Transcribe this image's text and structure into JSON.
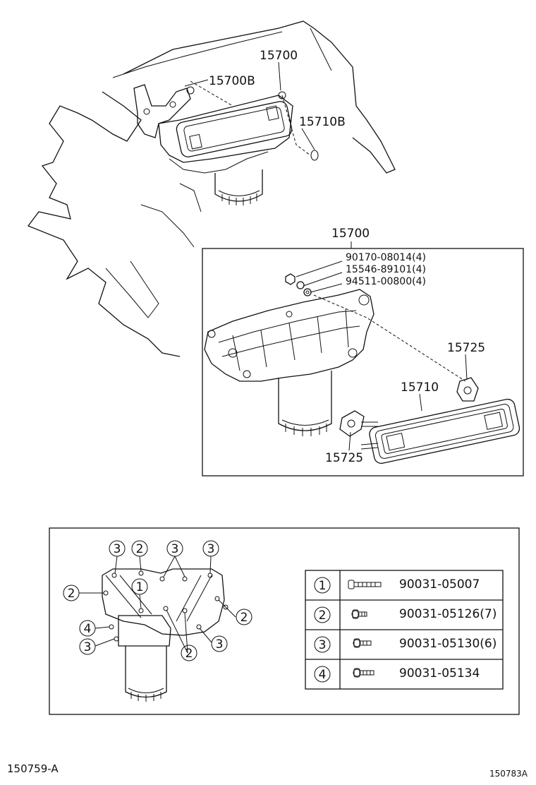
{
  "diagram": {
    "top_labels": {
      "assembly": "15700",
      "bracket": "15700B",
      "oring": "15710B"
    },
    "detail": {
      "assembly": "15700",
      "bolt_a": "90170-08014(4)",
      "bolt_b": "15546-89101(4)",
      "washer": "94511-00800(4)",
      "gasket_upper": "15725",
      "cooler": "15710",
      "gasket_lower": "15725"
    },
    "bolt_map": {
      "markers": [
        "1",
        "2",
        "3",
        "4"
      ],
      "legend": [
        {
          "marker": "1",
          "part": "90031-05007"
        },
        {
          "marker": "2",
          "part": "90031-05126(7)"
        },
        {
          "marker": "3",
          "part": "90031-05130(6)"
        },
        {
          "marker": "4",
          "part": "90031-05134"
        }
      ]
    },
    "footer": {
      "left_code": "150759-A",
      "right_code": "150783A"
    }
  }
}
